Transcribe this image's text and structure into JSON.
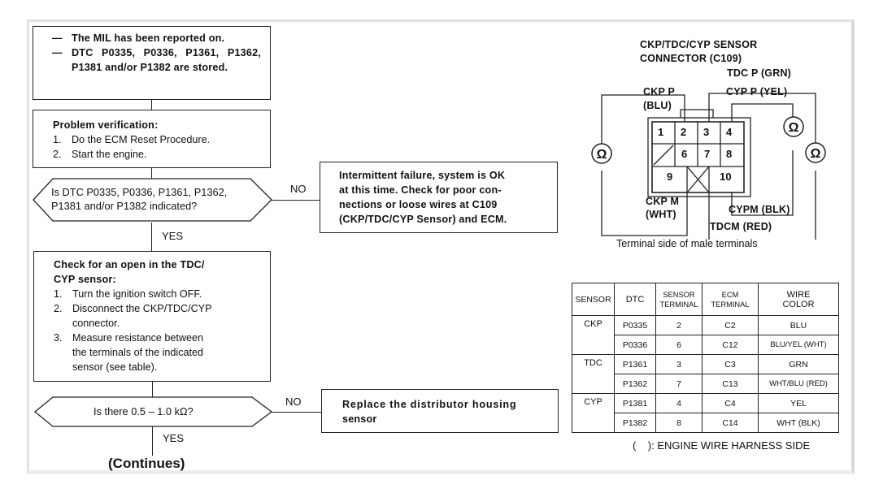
{
  "flowchart": {
    "start_box": {
      "lines": [
        "The MIL has been reported on.",
        "DTC P0335, P0336, P1361, P1362, P1381 and/or P1382 are stored."
      ],
      "bullet": "—"
    },
    "verification_box": {
      "title": "Problem verification:",
      "steps": [
        "Do the ECM Reset Procedure.",
        "Start the engine."
      ]
    },
    "decision_1": {
      "question_line1": "Is DTC P0335, P0336, P1361, P1362,",
      "question_line2": "P1381 and/or P1382 indicated?",
      "no_label": "NO",
      "yes_label": "YES"
    },
    "intermittent_box": {
      "lines": [
        "Intermittent failure, system is OK",
        "at this time. Check for poor con-",
        "nections or loose wires at C109",
        "(CKP/TDC/CYP Sensor) and ECM."
      ]
    },
    "check_box": {
      "title_line1": "Check for an open in the TDC/",
      "title_line2": "CYP sensor:",
      "steps": [
        {
          "num": "1.",
          "lines": [
            "Turn the ignition switch OFF."
          ]
        },
        {
          "num": "2.",
          "lines": [
            "Disconnect the CKP/TDC/CYP",
            "connector."
          ]
        },
        {
          "num": "3.",
          "lines": [
            "Measure resistance between",
            "the terminals of the indicated",
            "sensor (see table)."
          ]
        }
      ]
    },
    "decision_2": {
      "question": "Is there 0.5 – 1.0 kΩ?",
      "no_label": "NO",
      "yes_label": "YES"
    },
    "replace_box": {
      "lines": [
        "Replace the distributor housing",
        "sensor"
      ]
    },
    "continues": "(Continues)"
  },
  "connector": {
    "title_line1": "CKP/TDC/CYP SENSOR",
    "title_line2": "CONNECTOR (C109)",
    "labels": {
      "tdc_p": "TDC P (GRN)",
      "ckp_p_1": "CKP P",
      "ckp_p_2": "(BLU)",
      "cyp_p": "CYP P (YEL)",
      "ckp_m_1": "CKP M",
      "ckp_m_2": "(WHT)",
      "cypm": "CYPM (BLK)",
      "tdcm": "TDCM (RED)"
    },
    "terminals": [
      "1",
      "2",
      "3",
      "4",
      "6",
      "7",
      "8",
      "9",
      "10"
    ],
    "ohm_symbol": "Ω",
    "caption": "Terminal side of male terminals"
  },
  "table": {
    "headers": [
      "SENSOR",
      "DTC",
      "SENSOR TERMINAL",
      "ECM TERMINAL",
      "WIRE COLOR"
    ],
    "header_lines": [
      [
        "SENSOR"
      ],
      [
        "DTC"
      ],
      [
        "SENSOR",
        "TERMINAL"
      ],
      [
        "ECM",
        "TERMINAL"
      ],
      [
        "WIRE",
        "COLOR"
      ]
    ],
    "rows": [
      {
        "sensor": "CKP",
        "dtc": "P0335",
        "sensor_terminal": "2",
        "ecm_terminal": "C2",
        "wire_color": "BLU"
      },
      {
        "sensor": "",
        "dtc": "P0336",
        "sensor_terminal": "6",
        "ecm_terminal": "C12",
        "wire_color": "BLU/YEL (WHT)"
      },
      {
        "sensor": "TDC",
        "dtc": "P1361",
        "sensor_terminal": "3",
        "ecm_terminal": "C3",
        "wire_color": "GRN"
      },
      {
        "sensor": "",
        "dtc": "P1362",
        "sensor_terminal": "7",
        "ecm_terminal": "C13",
        "wire_color": "WHT/BLU (RED)"
      },
      {
        "sensor": "CYP",
        "dtc": "P1381",
        "sensor_terminal": "4",
        "ecm_terminal": "C4",
        "wire_color": "YEL"
      },
      {
        "sensor": "",
        "dtc": "P1382",
        "sensor_terminal": "8",
        "ecm_terminal": "C14",
        "wire_color": "WHT (BLK)"
      }
    ],
    "footnote": "(    ): ENGINE WIRE HARNESS SIDE"
  }
}
